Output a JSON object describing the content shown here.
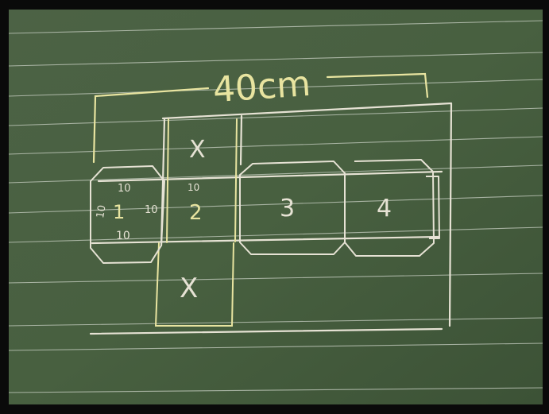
{
  "board": {
    "surface_color": "#465c3e",
    "frame_color": "#0a0a0a",
    "chalk_white": "#e6e2d4",
    "chalk_yellow": "#e8e4a0",
    "ruled_line_color": "#c8cfc4"
  },
  "drawing": {
    "dimension_label": "40cm",
    "face_labels": [
      "1",
      "2",
      "3",
      "4"
    ],
    "cross_marks": [
      "X",
      "X"
    ],
    "edge_labels": [
      "10",
      "10",
      "10",
      "10",
      "10"
    ]
  }
}
